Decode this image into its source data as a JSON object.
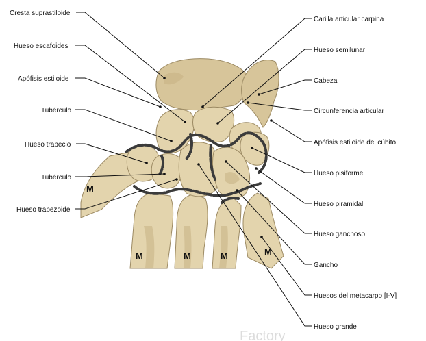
{
  "labels_left": [
    {
      "id": "cresta-suprastiloide",
      "text": "Cresta suprastiloide"
    },
    {
      "id": "hueso-escafoides",
      "text": "Hueso escafoides"
    },
    {
      "id": "apofisis-estiloide",
      "text": "Apófisis estiloide"
    },
    {
      "id": "tuberculo-1",
      "text": "Tubérculo"
    },
    {
      "id": "hueso-trapecio",
      "text": "Hueso trapecio"
    },
    {
      "id": "tuberculo-2",
      "text": "Tubérculo"
    },
    {
      "id": "hueso-trapezoide",
      "text": "Hueso trapezoide"
    }
  ],
  "labels_right": [
    {
      "id": "carilla-articular-carpina",
      "text": "Carilla articular carpina"
    },
    {
      "id": "hueso-semilunar",
      "text": "Hueso semilunar"
    },
    {
      "id": "cabeza",
      "text": "Cabeza"
    },
    {
      "id": "circunferencia-articular",
      "text": "Circunferencia articular"
    },
    {
      "id": "apofisis-estiloide-cubito",
      "text": "Apófisis estiloide del cúbito"
    },
    {
      "id": "hueso-pisiforme",
      "text": "Hueso pisiforme"
    },
    {
      "id": "hueso-piramidal",
      "text": "Hueso piramidal"
    },
    {
      "id": "hueso-ganchoso",
      "text": "Hueso ganchoso"
    },
    {
      "id": "gancho",
      "text": "Gancho"
    },
    {
      "id": "huesos-metacarpo",
      "text": "Huesos del metacarpo [I-V]"
    },
    {
      "id": "hueso-grande",
      "text": "Hueso grande"
    }
  ],
  "metacarpal_marks": [
    "M",
    "M",
    "M",
    "M",
    "M"
  ],
  "watermark": "Factory"
}
